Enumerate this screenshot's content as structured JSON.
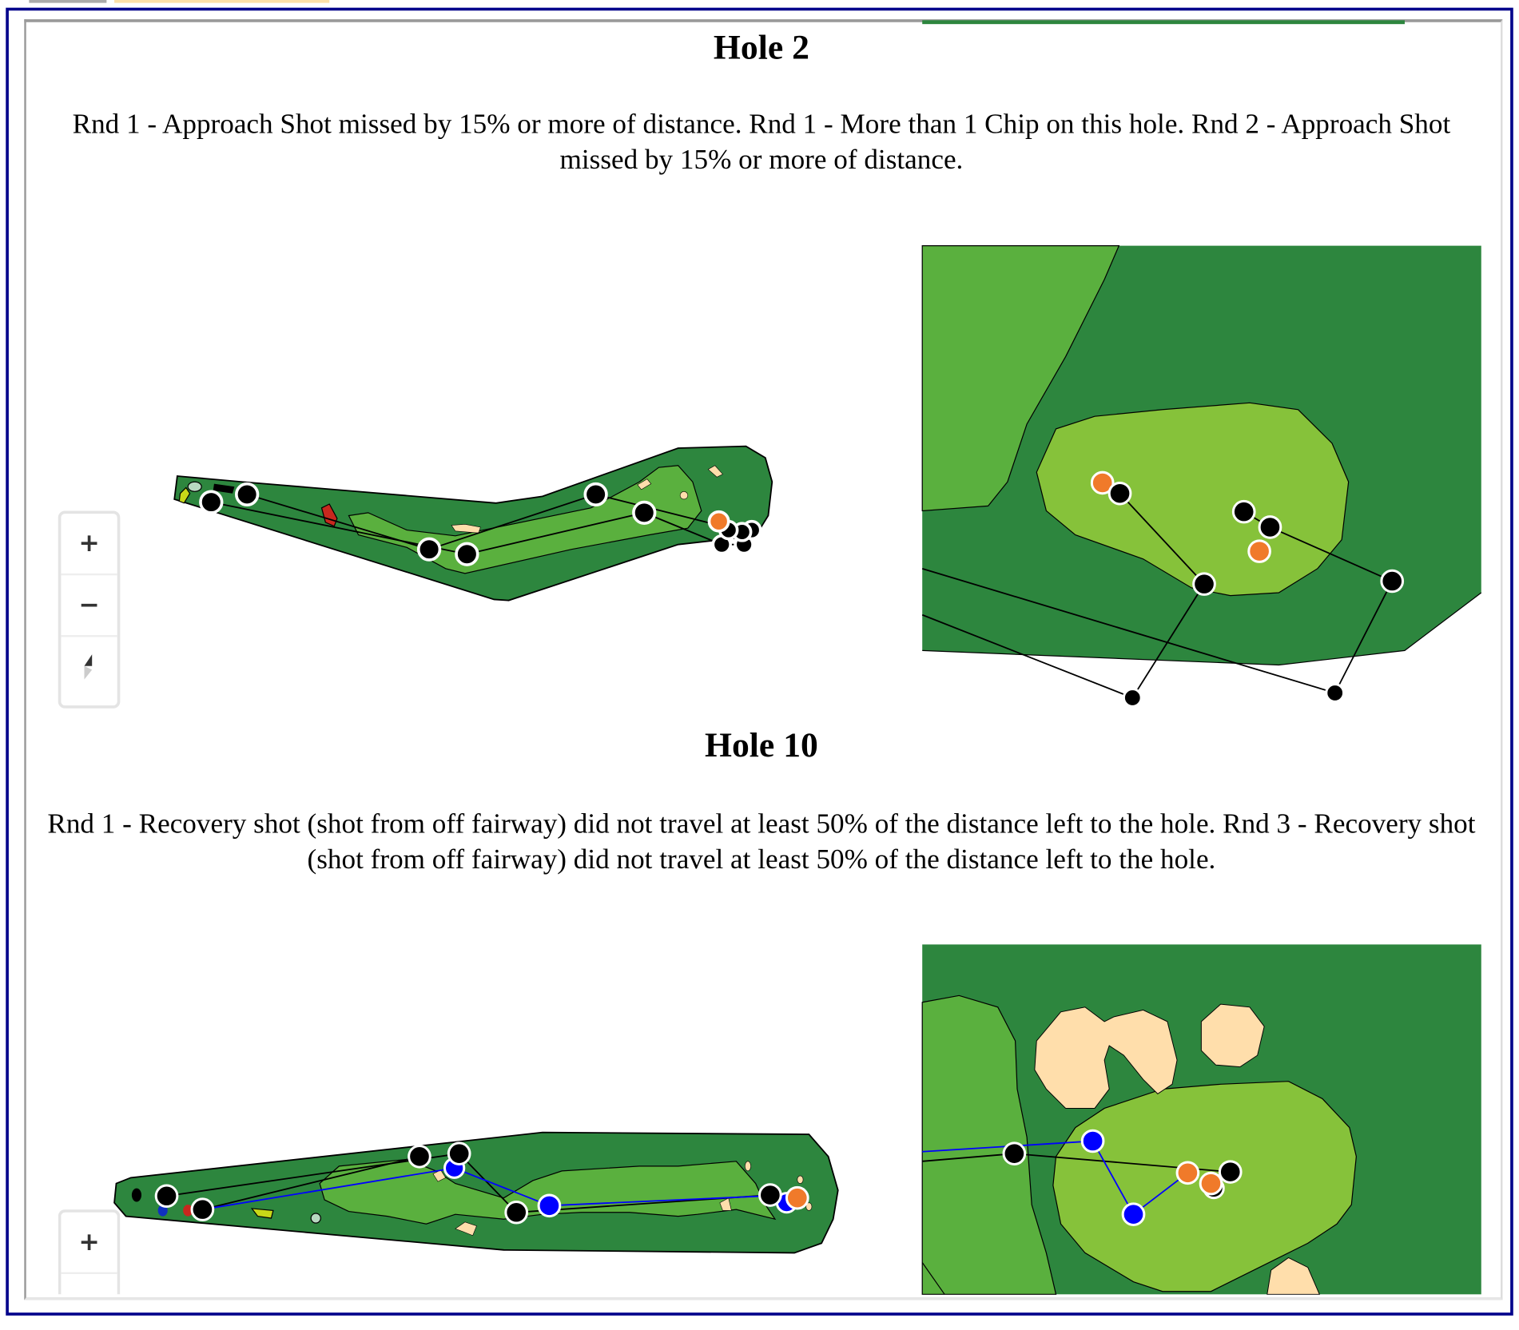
{
  "holes": [
    {
      "title": "Hole 2",
      "description": "Rnd 1 - Approach Shot missed by 15% or more of distance. Rnd 1 - More than 1 Chip on this hole. Rnd 2 - Approach Shot missed by 15% or more of distance."
    },
    {
      "title": "Hole 10",
      "description": "Rnd 1 - Recovery shot (shot from off fairway) did not travel at least 50% of the distance left to the hole. Rnd 3 - Recovery shot (shot from off fairway) did not travel at least 50% of the distance left to the hole."
    }
  ],
  "zoom_controls": {
    "zoom_in": "+",
    "zoom_out": "−"
  },
  "colors": {
    "rough": "#2d863e",
    "fairway": "#5ab03e",
    "green": "#86c23a",
    "sand": "#ffdeab",
    "shot": "#000000",
    "shot_alt": "#0000ff",
    "pin": "#f07a2a",
    "border": "#00008b"
  }
}
